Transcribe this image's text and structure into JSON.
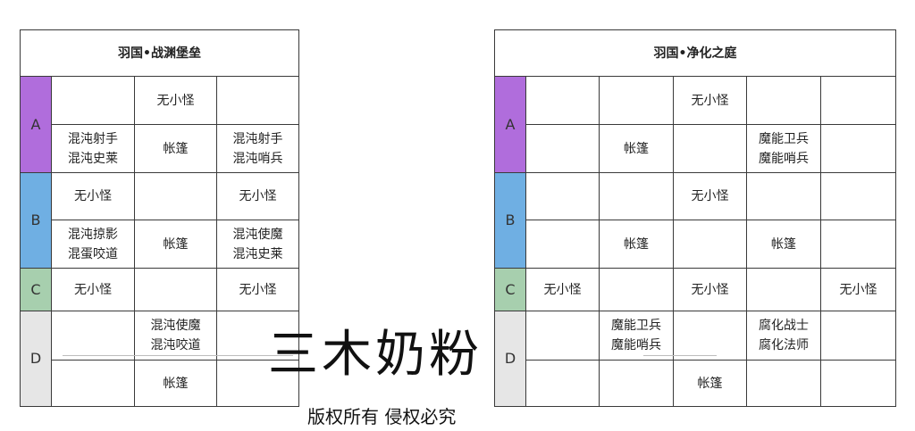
{
  "colors": {
    "zone_a": "#b06ddc",
    "zone_b": "#6fafe3",
    "zone_c": "#a7cfae",
    "zone_d": "#e6e6e6"
  },
  "left_table": {
    "title": "羽国•战渊堡垒",
    "zones": {
      "a": "A",
      "b": "B",
      "c": "C",
      "d": "D"
    },
    "rows": [
      [
        "",
        "无小怪",
        ""
      ],
      [
        [
          "混沌射手",
          "混沌史莱"
        ],
        "帐篷",
        [
          "混沌射手",
          "混沌哨兵"
        ]
      ],
      [
        "无小怪",
        "",
        "无小怪"
      ],
      [
        [
          "混沌掠影",
          "混蛋咬道"
        ],
        "帐篷",
        [
          "混沌使魔",
          "混沌史莱"
        ]
      ],
      [
        "无小怪",
        "",
        "无小怪"
      ],
      [
        "",
        [
          "混沌使魔",
          "混沌咬道"
        ],
        ""
      ],
      [
        "",
        "帐篷",
        ""
      ]
    ]
  },
  "right_table": {
    "title": "羽国•净化之庭",
    "zones": {
      "a": "A",
      "b": "B",
      "c": "C",
      "d": "D"
    },
    "rows": [
      [
        "",
        "",
        "无小怪",
        "",
        ""
      ],
      [
        "",
        "帐篷",
        "",
        [
          "魔能卫兵",
          "魔能哨兵"
        ],
        ""
      ],
      [
        "",
        "",
        "无小怪",
        "",
        ""
      ],
      [
        "",
        "帐篷",
        "",
        "帐篷",
        ""
      ],
      [
        "无小怪",
        "",
        "无小怪",
        "",
        "无小怪"
      ],
      [
        "",
        [
          "魔能卫兵",
          "魔能哨兵"
        ],
        "",
        [
          "腐化战士",
          "腐化法师"
        ],
        ""
      ],
      [
        "",
        "",
        "帐篷",
        "",
        ""
      ]
    ]
  },
  "watermark": {
    "main": "三木奶粉",
    "sub": "版权所有 侵权必究"
  }
}
